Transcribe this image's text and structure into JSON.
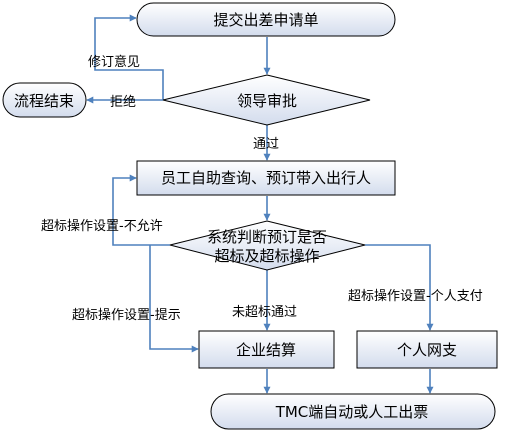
{
  "nodes": {
    "submit_request": "提交出差申请单",
    "leader_approval": "领导审批",
    "process_end": "流程结束",
    "employee_booking": "员工自助查询、预订带入出行人",
    "system_check_line1": "系统判断预订是否",
    "system_check_line2": "超标及超标操作",
    "corporate_settlement": "企业结算",
    "personal_online_pay": "个人网支",
    "ticketing": "TMC端自动或人工出票"
  },
  "edges": {
    "revise_opinion": "修订意见",
    "reject": "拒绝",
    "approved": "通过",
    "over_standard_not_allowed": "超标操作设置-不允许",
    "over_standard_prompt": "超标操作设置-提示",
    "not_over_standard": "未超标通过",
    "over_standard_personal_pay": "超标操作设置-个人支付"
  },
  "colors": {
    "box_fill_top": "#ffffff",
    "box_fill_bottom": "#d3dced",
    "box_stroke": "#000000",
    "arrow": "#4f81bd"
  }
}
